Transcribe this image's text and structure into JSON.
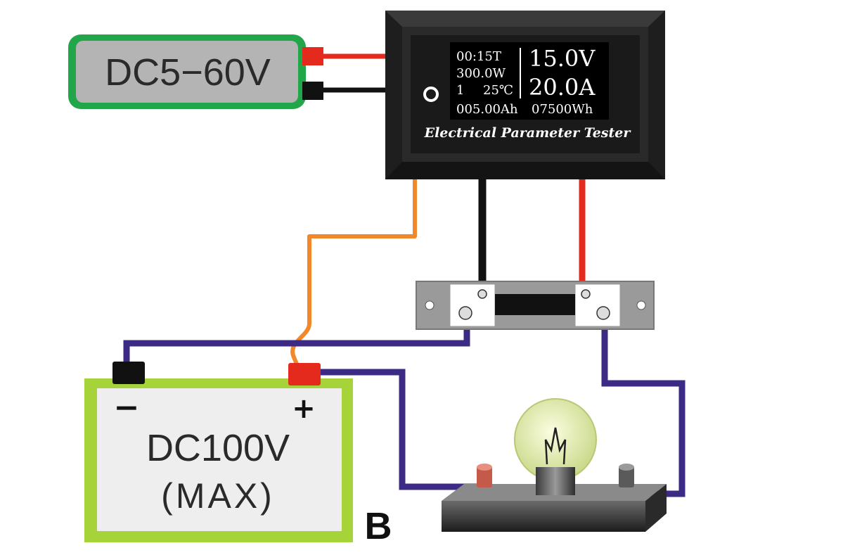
{
  "supply": {
    "label": "DC5−60V"
  },
  "meter": {
    "display": {
      "time": "00:15T",
      "power": "300.0W",
      "group": "1",
      "temp": "25℃",
      "capacity": "005.00Ah",
      "voltage": "15.0V",
      "current": "20.0A",
      "energy": "07500Wh"
    },
    "caption": "Electrical Parameter Tester"
  },
  "battery": {
    "minus": "−",
    "plus": "+",
    "label": "DC100V",
    "sublabel": "(MAX)"
  },
  "figure_letter": "B",
  "colors": {
    "supply_border": "#22a64a",
    "supply_fill": "#b4b4b4",
    "battery_border": "#a6d33a",
    "battery_fill": "#eeeeee",
    "wire_red": "#e32a1c",
    "wire_black": "#111111",
    "wire_orange": "#f2882a",
    "wire_purple": "#3d2a85",
    "meter_body": "#262626",
    "shunt": "#9a9a9a"
  }
}
